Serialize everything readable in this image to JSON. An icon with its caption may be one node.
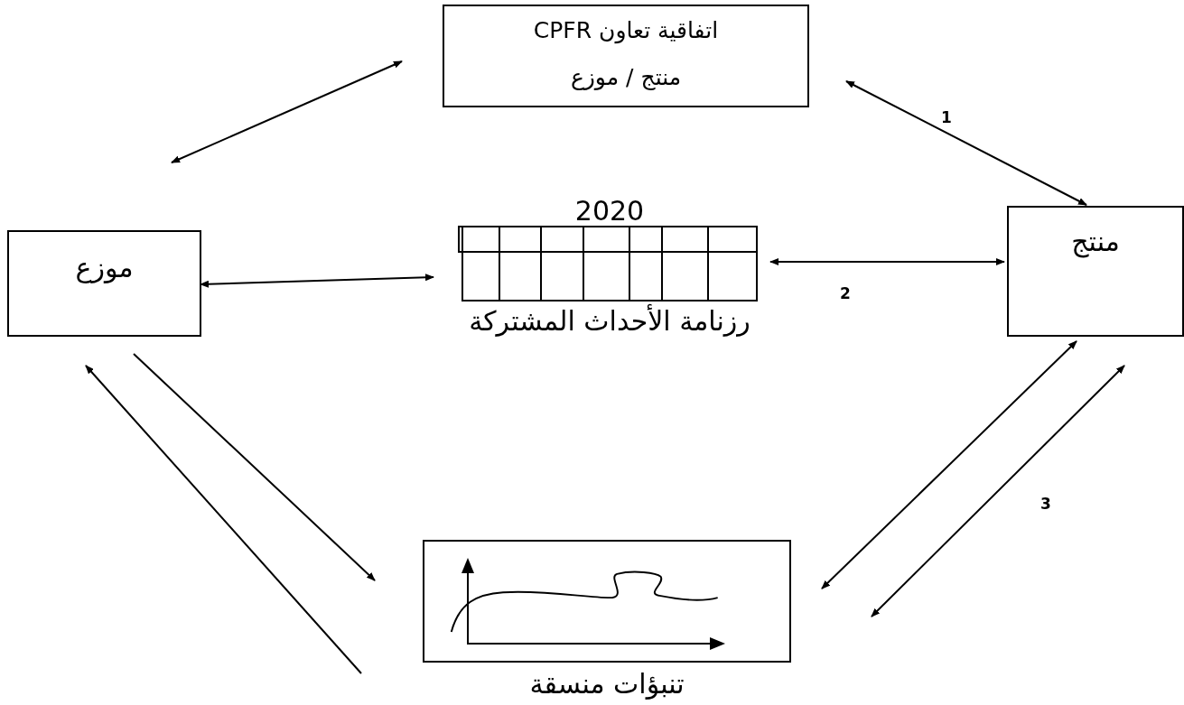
{
  "diagram": {
    "nodes": [
      {
        "text": [
          "اتفاقية تعاون CPFR",
          "منتج / موزع"
        ]
      },
      {
        "text": [
          "موزع"
        ]
      },
      {
        "text": [
          "2020"
        ],
        "beside": [
          "رزنامة الأحداث المشتركة"
        ]
      },
      {
        "text": [
          "منتج"
        ]
      },
      {
        "text": [],
        "shape": "box",
        "beside": [
          "تنبؤات منسقة"
        ]
      }
    ],
    "edges": [
      {
        "from": 1,
        "to": 0,
        "arrow": "both"
      },
      {
        "from": 0,
        "to": 3,
        "arrow": "both",
        "label": "1"
      },
      {
        "from": 1,
        "to": 2,
        "arrow": "both"
      },
      {
        "from": 2,
        "to": 3,
        "arrow": "both",
        "label": "2"
      },
      {
        "from": 3,
        "to": 4,
        "arrow": "both"
      },
      {
        "from": 4,
        "to": 3,
        "arrow": "both",
        "label": "3"
      },
      {
        "from": 1,
        "to": 4,
        "arrow": "to"
      },
      {
        "from": 4,
        "to": 1,
        "arrow": "to"
      }
    ]
  }
}
